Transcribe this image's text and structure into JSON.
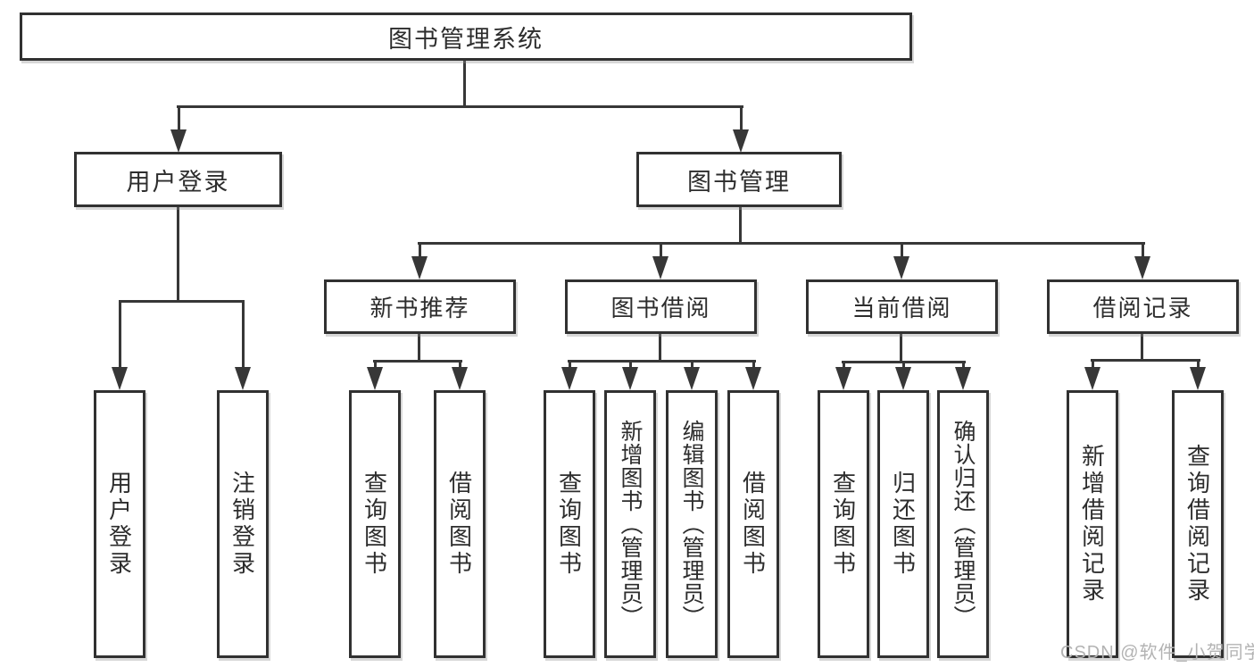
{
  "diagram": {
    "title": "图书管理系统",
    "root": {
      "label": "图书管理系统"
    },
    "level2": [
      {
        "label": "用户登录"
      },
      {
        "label": "图书管理"
      }
    ],
    "level3": [
      {
        "label": "新书推荐"
      },
      {
        "label": "图书借阅"
      },
      {
        "label": "当前借阅"
      },
      {
        "label": "借阅记录"
      }
    ],
    "leaves": {
      "user": [
        "用户登录",
        "注销登录"
      ],
      "newbook": [
        "查询图书",
        "借阅图书"
      ],
      "borrow": [
        "查询图书",
        "新增图书（管理员）",
        "编辑图书（管理员）",
        "借阅图书"
      ],
      "current": [
        "查询图书",
        "归还图书",
        "确认归还（管理员）"
      ],
      "records": [
        "新增借阅记录",
        "查询借阅记录"
      ]
    }
  },
  "watermark": {
    "text": "CSDN @软件_小贺同学"
  },
  "colors": {
    "line": "#373737",
    "box_border": "#313131",
    "text": "#2d2d2d",
    "watermark": "#b3b3b3",
    "background": "#ffffff"
  }
}
